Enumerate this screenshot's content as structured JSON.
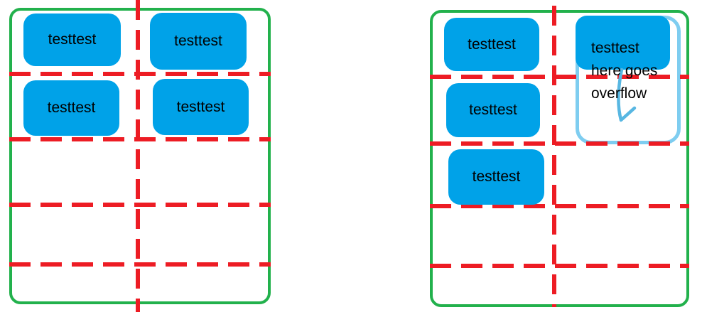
{
  "colors": {
    "container_border": "#22B14C",
    "grid_dash": "#ED1C24",
    "card_fill": "#00A2E8",
    "card_text": "#000000",
    "overflow_outline": "#7ECDF0",
    "arrow": "#58B7E2"
  },
  "left_panel": {
    "cards": [
      {
        "label": "testtest"
      },
      {
        "label": "testtest"
      },
      {
        "label": "testtest"
      },
      {
        "label": "testtest"
      }
    ]
  },
  "right_panel": {
    "cards": [
      {
        "label": "testtest"
      },
      {
        "label": "testtest"
      },
      {
        "label": "testtest"
      }
    ],
    "overflow_card": {
      "lines": [
        "testtest",
        "here goes",
        "overflow"
      ]
    }
  }
}
